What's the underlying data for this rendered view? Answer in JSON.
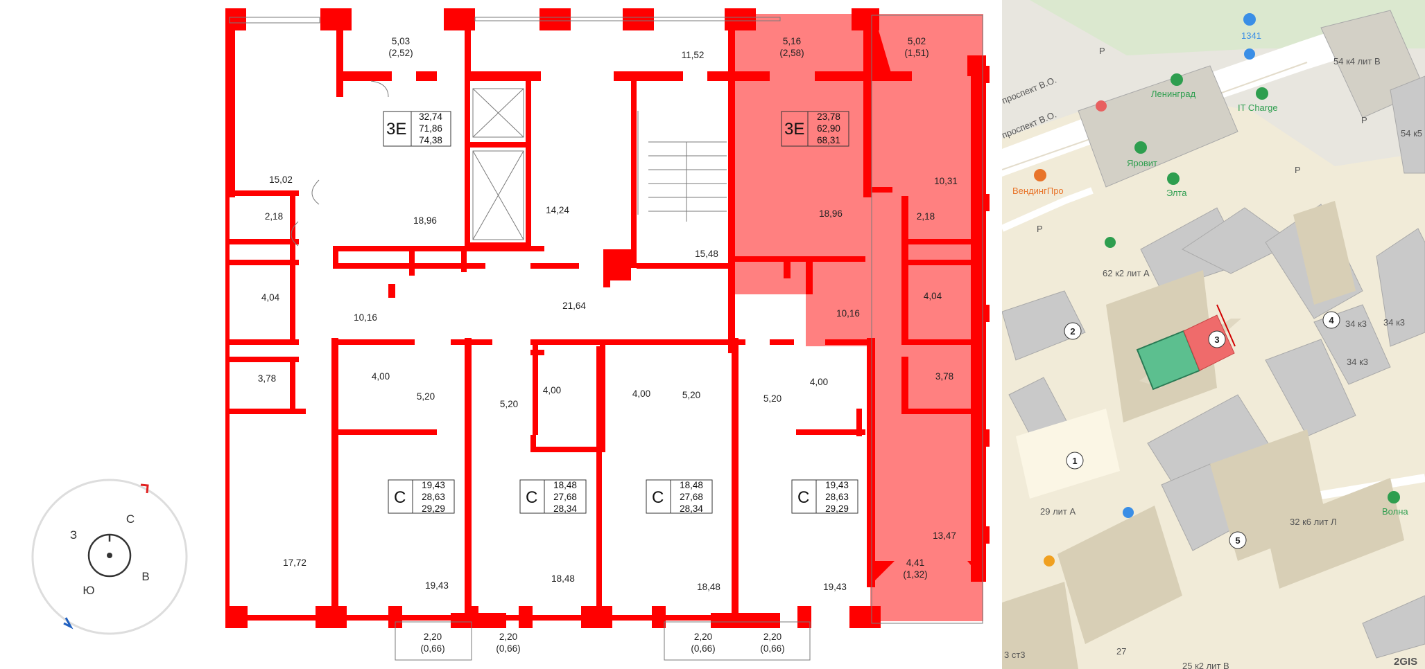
{
  "floor_plan": {
    "compass": {
      "north": "С",
      "east": "В",
      "south": "Ю",
      "west": "З"
    },
    "apartments": [
      {
        "type": "3E",
        "areas": [
          "32,74",
          "71,86",
          "74,38"
        ],
        "selected": false
      },
      {
        "type": "3E",
        "areas": [
          "23,78",
          "62,90",
          "68,31"
        ],
        "selected": true
      },
      {
        "type": "C",
        "areas": [
          "19,43",
          "28,63",
          "29,29"
        ],
        "selected": false
      },
      {
        "type": "C",
        "areas": [
          "18,48",
          "27,68",
          "28,34"
        ],
        "selected": false
      },
      {
        "type": "C",
        "areas": [
          "18,48",
          "27,68",
          "28,34"
        ],
        "selected": false
      },
      {
        "type": "C",
        "areas": [
          "19,43",
          "28,63",
          "29,29"
        ],
        "selected": false
      }
    ],
    "room_labels": [
      "5,03",
      "(2,52)",
      "11,52",
      "5,16",
      "(2,58)",
      "5,02",
      "(1,51)",
      "15,02",
      "18,96",
      "14,24",
      "18,96",
      "10,31",
      "2,18",
      "2,18",
      "15,48",
      "4,04",
      "21,64",
      "4,04",
      "10,16",
      "10,16",
      "3,78",
      "3,78",
      "4,00",
      "5,20",
      "5,20",
      "4,00",
      "4,00",
      "5,20",
      "5,20",
      "4,00",
      "17,72",
      "19,43",
      "18,48",
      "18,48",
      "19,43",
      "13,47",
      "4,41",
      "(1,32)",
      "2,20",
      "(0,66)",
      "2,20",
      "(0,66)",
      "2,20",
      "(0,66)",
      "2,20",
      "(0,66)"
    ]
  },
  "map": {
    "streets": [
      "проспект В.О.",
      "проспект В.О."
    ],
    "address_labels": [
      "54 к4 лит В",
      "54 к5",
      "62 к2 лит А",
      "34 к3",
      "34 к3",
      "34 к3",
      "29 лит А",
      "32 к6 лит Л",
      "3 ст3",
      "27",
      "25 к2 лит В"
    ],
    "pois": [
      {
        "name": "1341",
        "icon": "fuel-icon",
        "color": "#3a8ee6"
      },
      {
        "name": "Ленинград",
        "icon": "building-icon",
        "color": "#2e9e4f"
      },
      {
        "name": "IT Charge",
        "icon": "charge-icon",
        "color": "#2e9e4f"
      },
      {
        "name": "Яровит",
        "icon": "shop-icon",
        "color": "#2e9e4f"
      },
      {
        "name": "Элта",
        "icon": "shop-icon",
        "color": "#2e9e4f"
      },
      {
        "name": "ВендингПро",
        "icon": "vending-icon",
        "color": "#e8742a"
      },
      {
        "name": "Волна",
        "icon": "building-icon",
        "color": "#2e9e4f"
      }
    ],
    "entrances": [
      "1",
      "2",
      "3",
      "4",
      "5"
    ],
    "parking": [
      "P",
      "P",
      "P",
      "P"
    ],
    "watermark": "2GIS"
  }
}
